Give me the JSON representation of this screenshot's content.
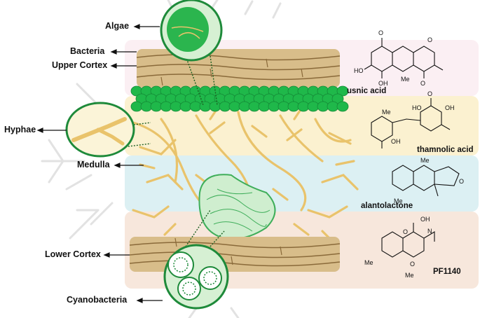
{
  "labels": {
    "algae": "Algae",
    "bacteria": "Bacteria",
    "upper_cortex": "Upper Cortex",
    "hyphae": "Hyphae",
    "medulla": "Medulla",
    "lower_cortex": "Lower Cortex",
    "cyanobacteria": "Cyanobacteria"
  },
  "compounds": [
    {
      "name": "usnic acid",
      "panel_color": "#fbeff3"
    },
    {
      "name": "thamnolic acid",
      "panel_color": "#fbf1d0"
    },
    {
      "name": "alantolactone",
      "panel_color": "#dcf0f3"
    },
    {
      "name": "PF1140",
      "panel_color": "#f7e7dc"
    }
  ],
  "atoms": {
    "O": "O",
    "OH": "OH",
    "HO": "HO",
    "Me": "Me",
    "N": "N"
  },
  "colors": {
    "cortex": "#d8bd8a",
    "cortex_line": "#8a6a3a",
    "algae_green": "#1fb84a",
    "hyphae": "#e9c36b",
    "cyano_green": "#1e8a3a",
    "lichen_bg": "#dcdcdc"
  }
}
